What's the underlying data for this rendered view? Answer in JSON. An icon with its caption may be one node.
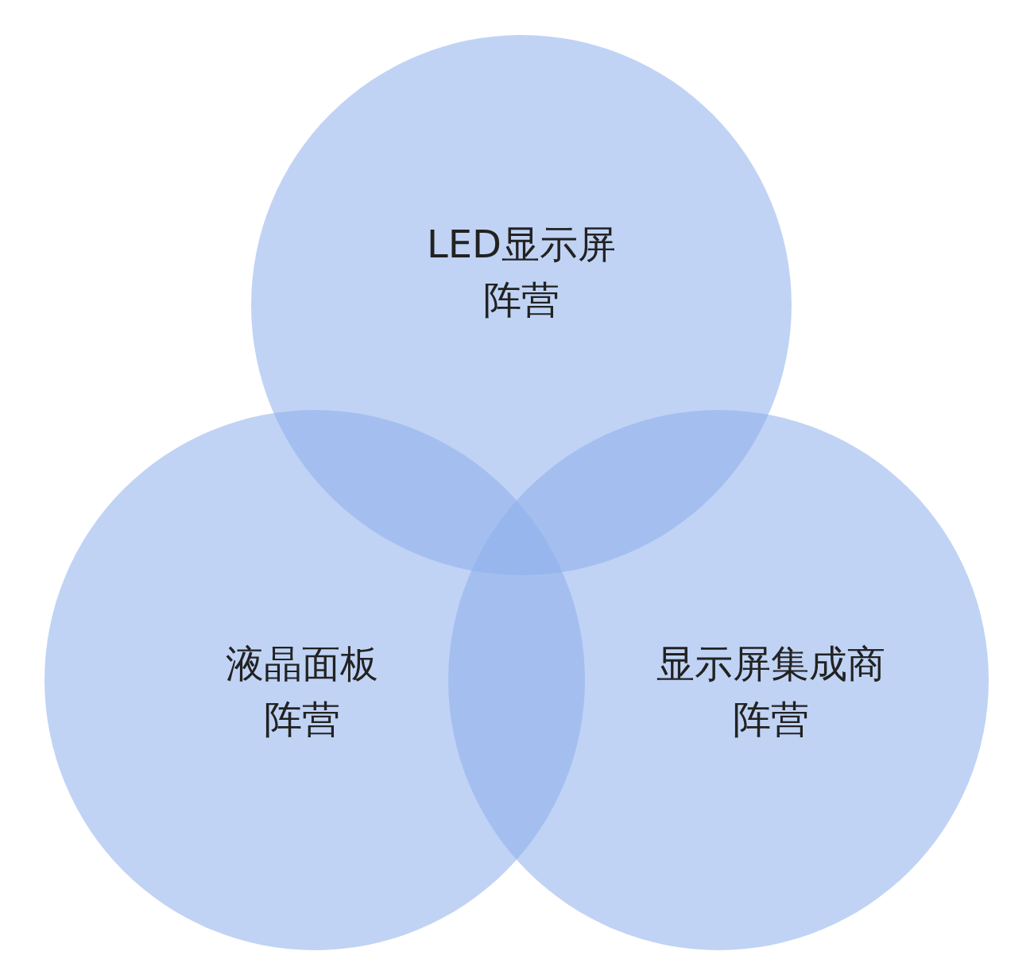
{
  "diagram": {
    "nodes": [
      {
        "text": [
          "LED显示屏阵营"
        ]
      },
      {
        "text": [
          "液晶面板阵营"
        ]
      },
      {
        "text": [
          "显示屏集成商阵营"
        ]
      }
    ]
  }
}
